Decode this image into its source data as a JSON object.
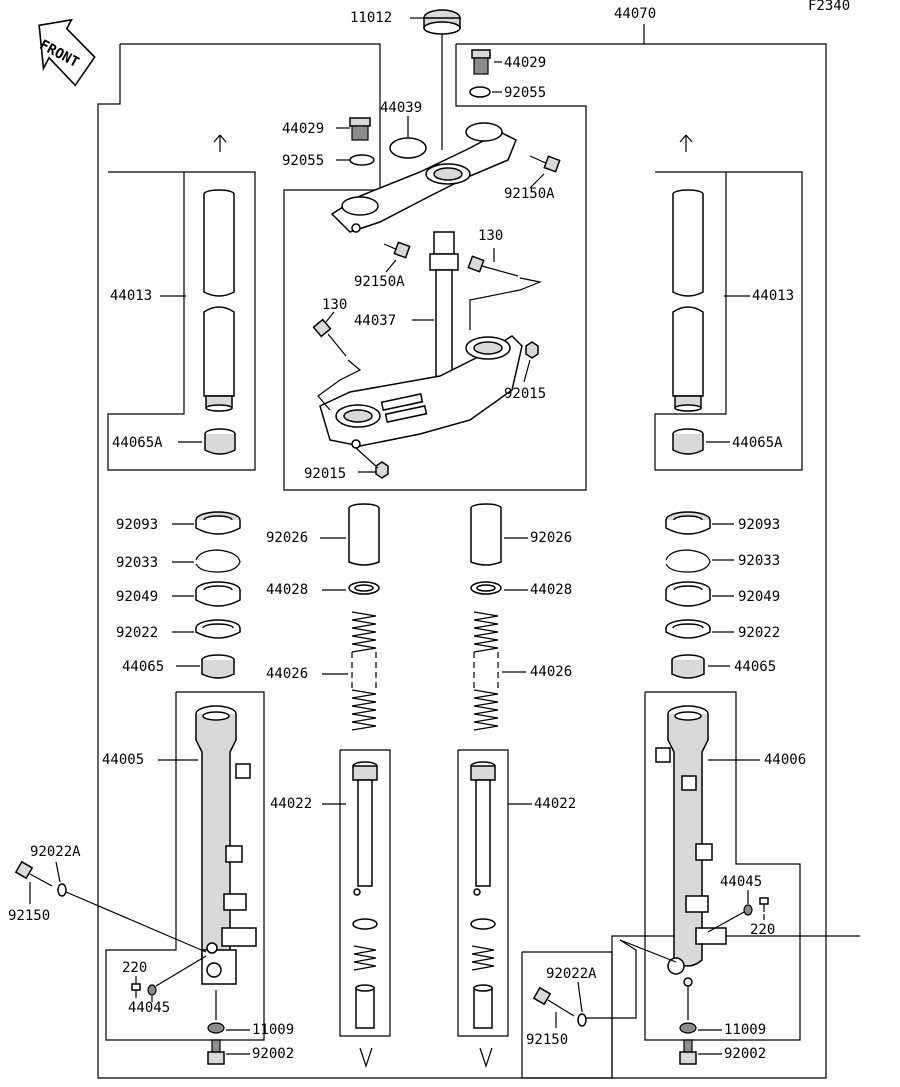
{
  "figure_code": "F2340",
  "front_label": "FRONT",
  "labels": {
    "l11012": "11012",
    "l44070": "44070",
    "l44029_r": "44029",
    "l92055_r": "92055",
    "l44029_c": "44029",
    "l92055_c": "92055",
    "l44039": "44039",
    "l92150A_a": "92150A",
    "l92150A_b": "92150A",
    "l130_a": "130",
    "l130_b": "130",
    "l44037": "44037",
    "l92015_a": "92015",
    "l92015_b": "92015",
    "l44013_l": "44013",
    "l44013_r": "44013",
    "l44065A_l": "44065A",
    "l44065A_r": "44065A",
    "l92093_l": "92093",
    "l92093_r": "92093",
    "l92033_l": "92033",
    "l92033_r": "92033",
    "l92049_l": "92049",
    "l92049_r": "92049",
    "l92022_l": "92022",
    "l92022_r": "92022",
    "l44065_l": "44065",
    "l44065_r": "44065",
    "l92026_l": "92026",
    "l92026_r": "92026",
    "l44028_l": "44028",
    "l44028_r": "44028",
    "l44026_l": "44026",
    "l44026_r": "44026",
    "l44005": "44005",
    "l44006": "44006",
    "l44022_l": "44022",
    "l44022_r": "44022",
    "l92022A_l": "92022A",
    "l92022A_r": "92022A",
    "l92150_l": "92150",
    "l92150_r": "92150",
    "l220_l": "220",
    "l220_r": "220",
    "l44045_l": "44045",
    "l44045_r": "44045",
    "l11009_l": "11009",
    "l11009_r": "11009",
    "l92002_l": "92002",
    "l92002_r": "92002"
  }
}
